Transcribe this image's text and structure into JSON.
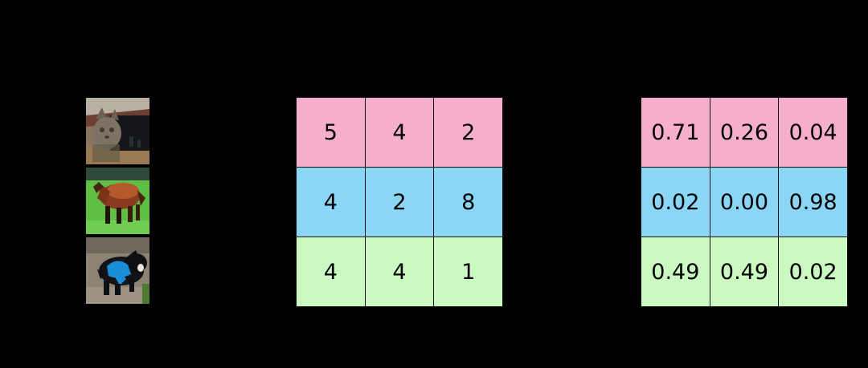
{
  "background_color": "#000000",
  "thumbnails": {
    "label": "input-image-column",
    "items": [
      {
        "name": "cat-thumbnail",
        "alt": "cat",
        "row_color": "#f5afcb"
      },
      {
        "name": "horse-thumbnail",
        "alt": "horse",
        "row_color": "#89d6f7"
      },
      {
        "name": "dog-thumbnail",
        "alt": "dog",
        "row_color": "#cbf9c2"
      }
    ]
  },
  "row_colors": {
    "pink": "#f5afcb",
    "blue": "#89d6f7",
    "green": "#cbf9c2",
    "border": "#111111",
    "text": "#000000"
  },
  "tables": [
    {
      "name": "counts-table",
      "rows": [
        {
          "color_class": "row-pink",
          "cells": [
            "5",
            "4",
            "2"
          ]
        },
        {
          "color_class": "row-blue",
          "cells": [
            "4",
            "2",
            "8"
          ]
        },
        {
          "color_class": "row-green",
          "cells": [
            "4",
            "4",
            "1"
          ]
        }
      ]
    },
    {
      "name": "probabilities-table",
      "rows": [
        {
          "color_class": "row-pink",
          "cells": [
            "0.71",
            "0.26",
            "0.04"
          ]
        },
        {
          "color_class": "row-blue",
          "cells": [
            "0.02",
            "0.00",
            "0.98"
          ]
        },
        {
          "color_class": "row-green",
          "cells": [
            "0.49",
            "0.49",
            "0.02"
          ]
        }
      ]
    }
  ],
  "chart_data": {
    "type": "table",
    "title": "",
    "xlabel": "",
    "ylabel": "",
    "row_labels": [
      "cat",
      "horse",
      "dog"
    ],
    "tables": [
      {
        "name": "counts",
        "values": [
          [
            5,
            4,
            2
          ],
          [
            4,
            2,
            8
          ],
          [
            4,
            4,
            1
          ]
        ]
      },
      {
        "name": "probabilities",
        "values": [
          [
            0.71,
            0.26,
            0.04
          ],
          [
            0.02,
            0.0,
            0.98
          ],
          [
            0.49,
            0.49,
            0.02
          ]
        ]
      }
    ]
  }
}
